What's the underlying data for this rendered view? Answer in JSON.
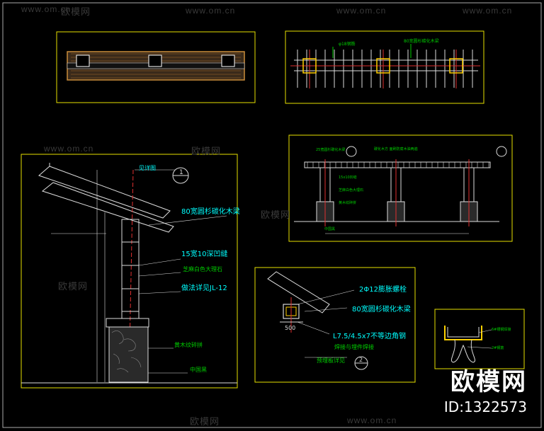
{
  "watermark": {
    "site": "www.om.cn",
    "brand": "欧模网"
  },
  "brand": {
    "name": "欧模网",
    "id": "ID:1322573"
  },
  "left_section": {
    "ref_tag": "见详图",
    "circle_num": "1",
    "labels": {
      "beam": "80宽圆杉碳化木梁",
      "groove": "15宽10深凹缝",
      "stone": "芝麻白色大理石",
      "detail": "做法详见JL-12",
      "base": "黄木纹碎拼",
      "ground": "中国黑"
    }
  },
  "right_elevation": {
    "labels": {
      "top_left": "25宽圆杉碳化木梁",
      "top_mid": "碳化木方 面刷防腐木油两遍",
      "beam_dim": "15x10凹缝",
      "stone": "芝麻白色大理石",
      "base": "黄木纹碎拼",
      "ground": "中国黑"
    }
  },
  "top_right": {
    "label1": "φ18钢筋",
    "label2": "80宽圆杉碳化木梁"
  },
  "detail_section": {
    "labels": {
      "bolt": "2Φ12膨胀螺栓",
      "beam": "80宽圆杉碳化木梁",
      "angle": "L7.5/4.5x7不等边角钢",
      "weld": "焊接与埋件焊接",
      "ref": "预埋板详见"
    },
    "dim": "500",
    "circle_num": "2"
  },
  "small_detail": {
    "label1": "6#槽钢焊接",
    "label2": "2#钢筋"
  }
}
